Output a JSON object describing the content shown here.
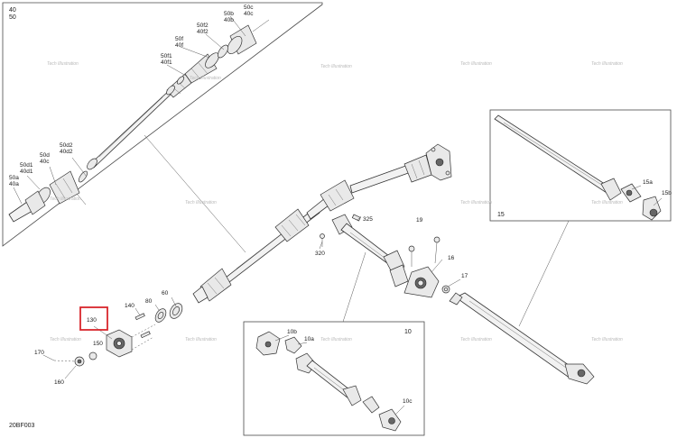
{
  "drawing_code": "20BF003",
  "highlight": {
    "label": "130",
    "color": "#d9262c"
  },
  "watermark": "Tech Illustration",
  "boxes": [
    {
      "id": "box-40",
      "title_lines": [
        "40",
        "50"
      ]
    },
    {
      "id": "box-15",
      "title_lines": [
        "15"
      ]
    },
    {
      "id": "box-10",
      "title_lines": [
        "10"
      ]
    }
  ],
  "callouts": [
    {
      "id": "50c",
      "lines": [
        "50c",
        "40c"
      ]
    },
    {
      "id": "50b",
      "lines": [
        "50b",
        "40b"
      ]
    },
    {
      "id": "50f2",
      "lines": [
        "50f2",
        "40f2"
      ]
    },
    {
      "id": "50f",
      "lines": [
        "50f",
        "40f"
      ]
    },
    {
      "id": "50f1",
      "lines": [
        "50f1",
        "40f1"
      ]
    },
    {
      "id": "50d2",
      "lines": [
        "50d2",
        "40d2"
      ]
    },
    {
      "id": "50d",
      "lines": [
        "50d",
        "40c"
      ]
    },
    {
      "id": "50d1",
      "lines": [
        "50d1",
        "40d1"
      ]
    },
    {
      "id": "50a",
      "lines": [
        "50a",
        "40a"
      ]
    },
    {
      "id": "325",
      "lines": [
        "325"
      ]
    },
    {
      "id": "320",
      "lines": [
        "320"
      ]
    },
    {
      "id": "19",
      "lines": [
        "19"
      ]
    },
    {
      "id": "16",
      "lines": [
        "16"
      ]
    },
    {
      "id": "17",
      "lines": [
        "17"
      ]
    },
    {
      "id": "60",
      "lines": [
        "60"
      ]
    },
    {
      "id": "80",
      "lines": [
        "80"
      ]
    },
    {
      "id": "140",
      "lines": [
        "140"
      ]
    },
    {
      "id": "150",
      "lines": [
        "150"
      ]
    },
    {
      "id": "170",
      "lines": [
        "170"
      ]
    },
    {
      "id": "160",
      "lines": [
        "160"
      ]
    },
    {
      "id": "15a",
      "lines": [
        "15a"
      ]
    },
    {
      "id": "15b",
      "lines": [
        "15b"
      ]
    },
    {
      "id": "10b",
      "lines": [
        "10b"
      ]
    },
    {
      "id": "10a",
      "lines": [
        "10a"
      ]
    },
    {
      "id": "10c",
      "lines": [
        "10c"
      ]
    }
  ]
}
